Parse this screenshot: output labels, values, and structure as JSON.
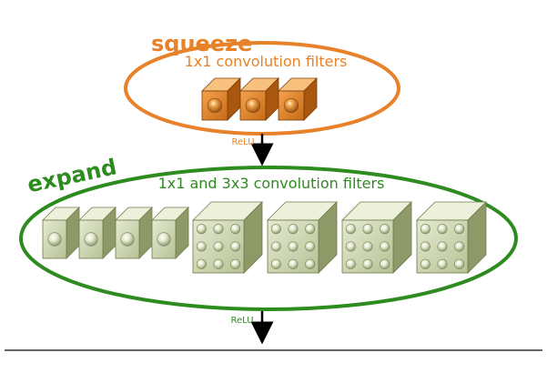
{
  "squeeze": {
    "title": "squeeze",
    "subtitle": "1x1 convolution filters",
    "filter_count": 3,
    "filter_type": "1x1",
    "color": "#e8822a",
    "activation": "ReLU"
  },
  "expand": {
    "title": "expand",
    "subtitle": "1x1 and 3x3 convolution filters",
    "filters_1x1_count": 4,
    "filters_3x3_count": 4,
    "color": "#2e8b1f",
    "activation": "ReLU"
  },
  "colors": {
    "squeeze_filter_face": "#d9862e",
    "expand_filter_face": "#c5cfa9",
    "arrow": "#000000",
    "baseline": "#333333"
  }
}
